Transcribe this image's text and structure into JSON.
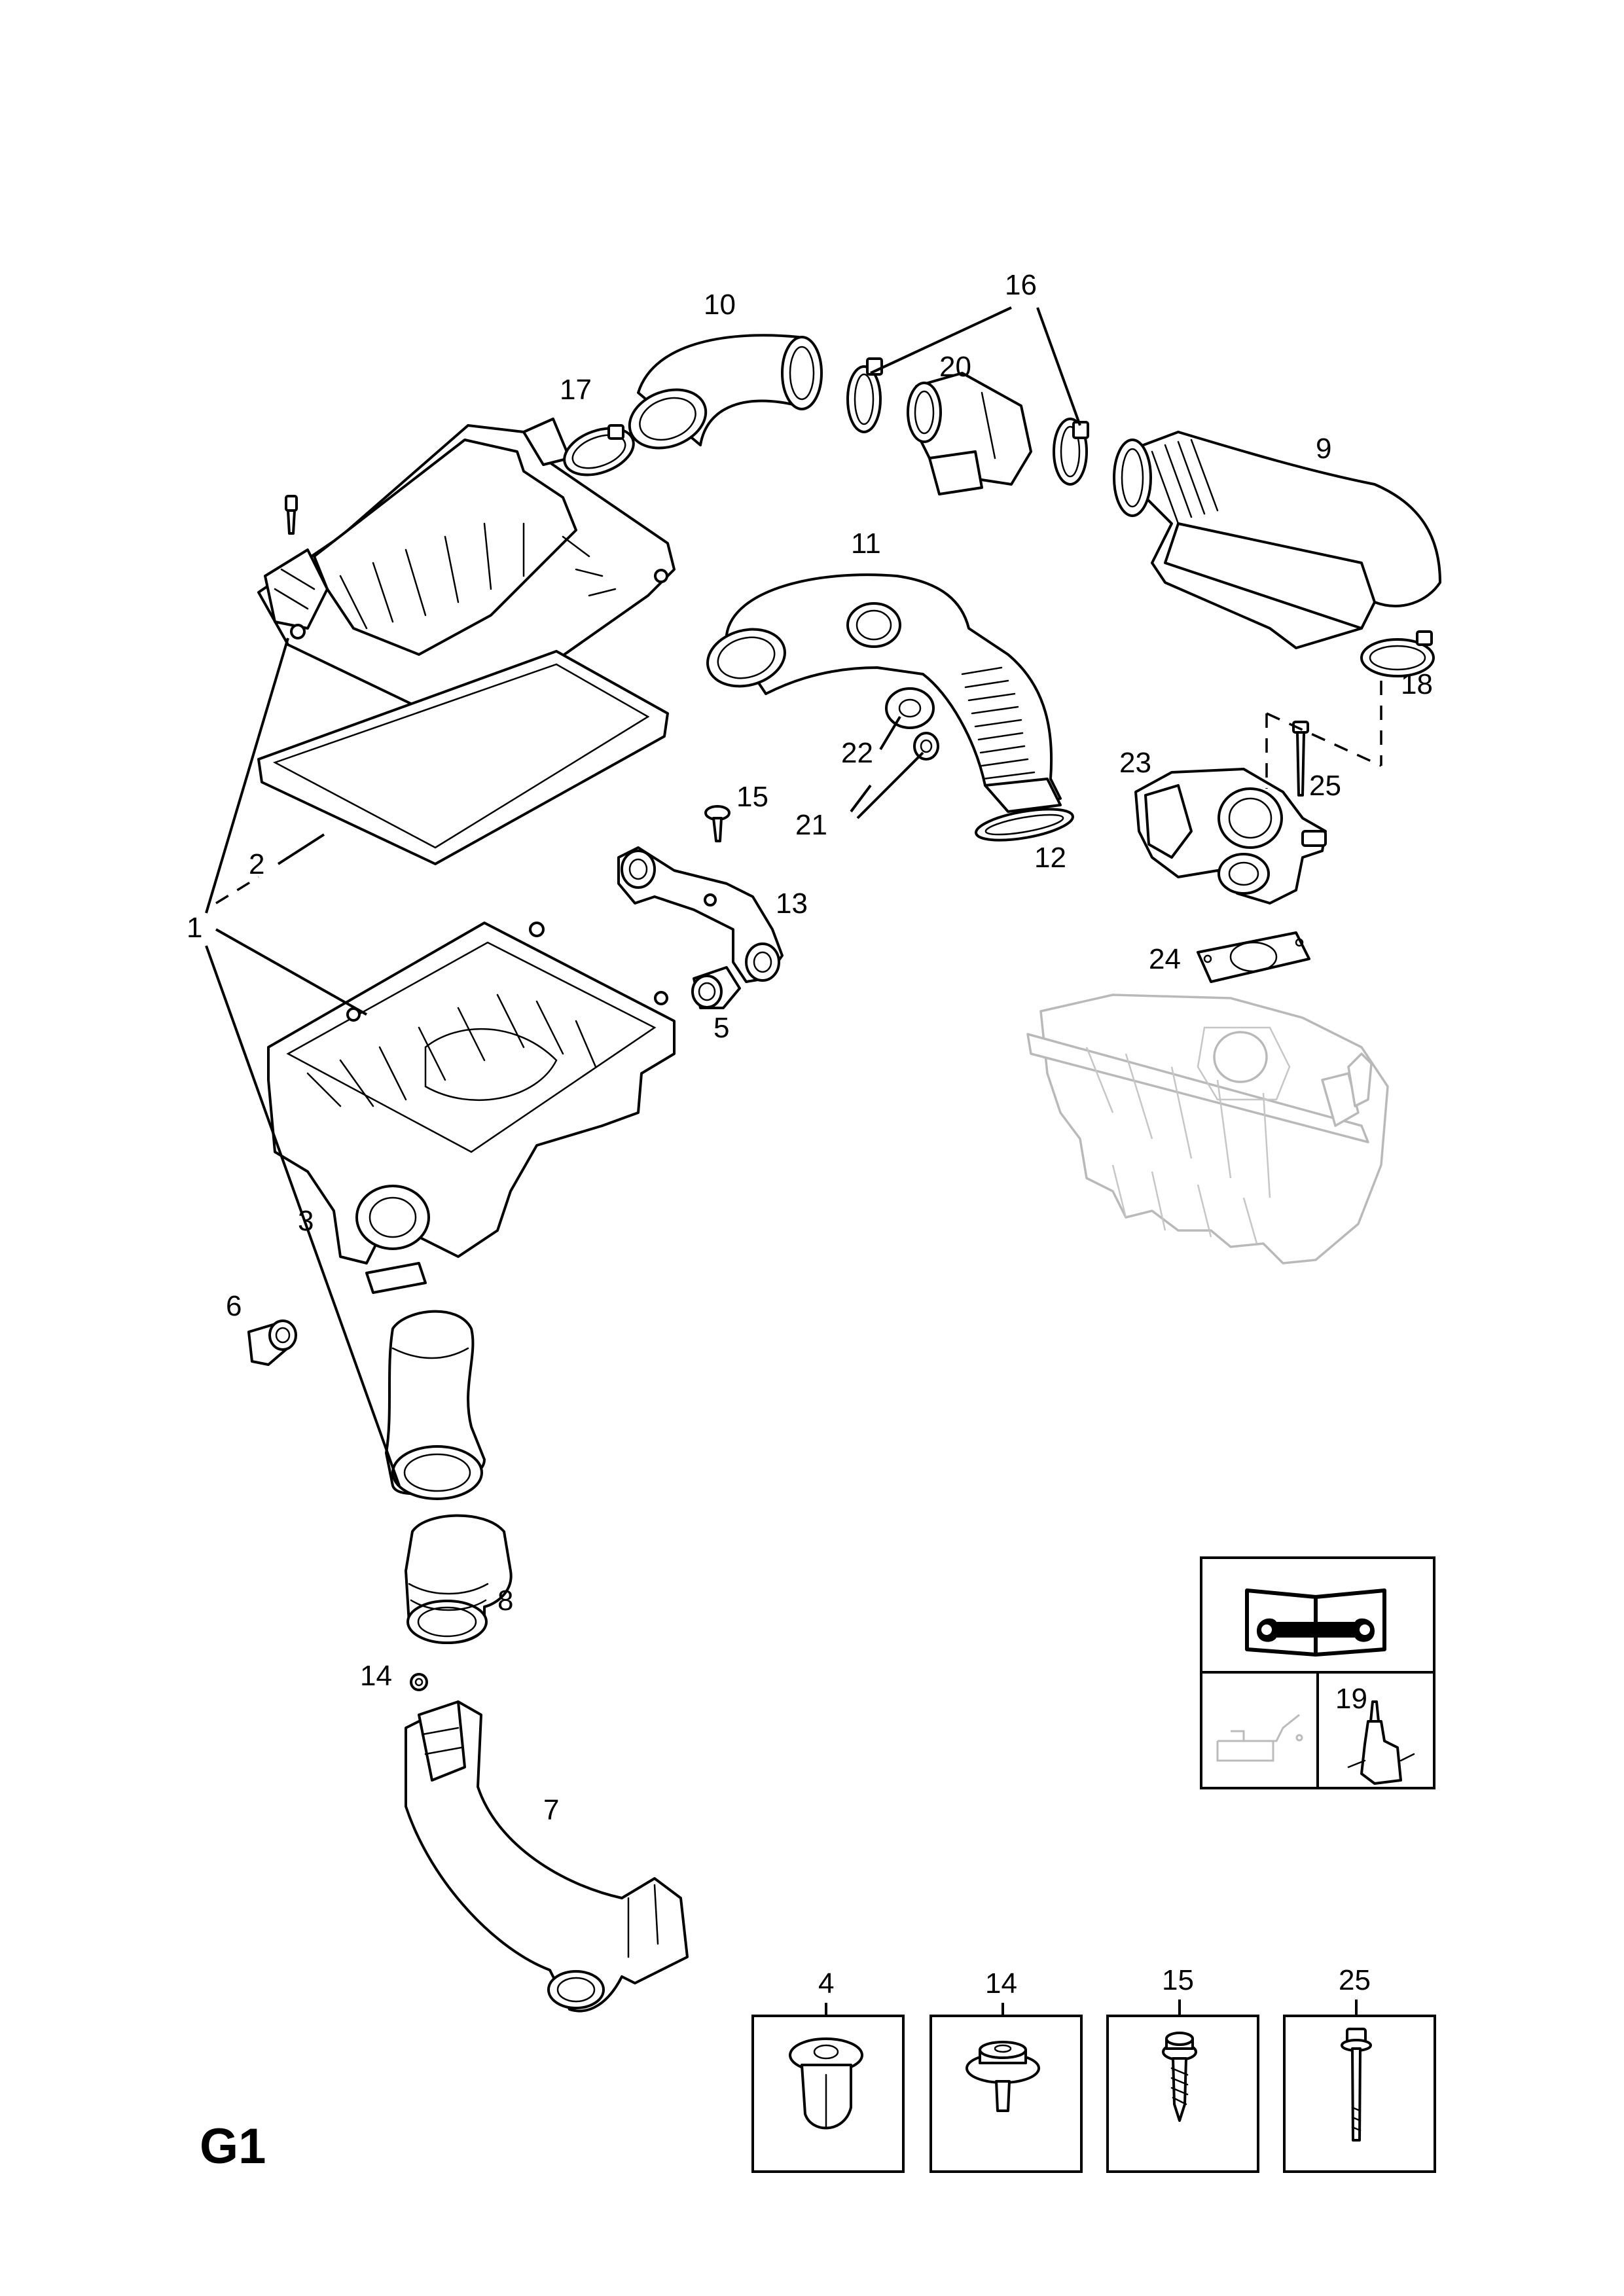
{
  "page_code": "G1",
  "callouts": {
    "c1": "1",
    "c2": "2",
    "c3": "3",
    "c5": "5",
    "c6": "6",
    "c7": "7",
    "c8": "8",
    "c9": "9",
    "c10": "10",
    "c11": "11",
    "c12": "12",
    "c13": "13",
    "c14": "14",
    "c15": "15",
    "c16": "16",
    "c17": "17",
    "c18": "18",
    "c20": "20",
    "c21": "21",
    "c22": "22",
    "c23": "23",
    "c24": "24",
    "c25": "25"
  },
  "legend": {
    "icon": "manual-book-wrench-icon",
    "cell_left_icon": "oil-can-icon",
    "cell_right_label": "19",
    "cell_right_icon": "sealant-tube-icon"
  },
  "fasteners": [
    {
      "label": "4",
      "icon": "push-clip-icon"
    },
    {
      "label": "14",
      "icon": "flange-screw-icon"
    },
    {
      "label": "15",
      "icon": "self-tapping-screw-icon"
    },
    {
      "label": "25",
      "icon": "long-bolt-icon"
    }
  ]
}
